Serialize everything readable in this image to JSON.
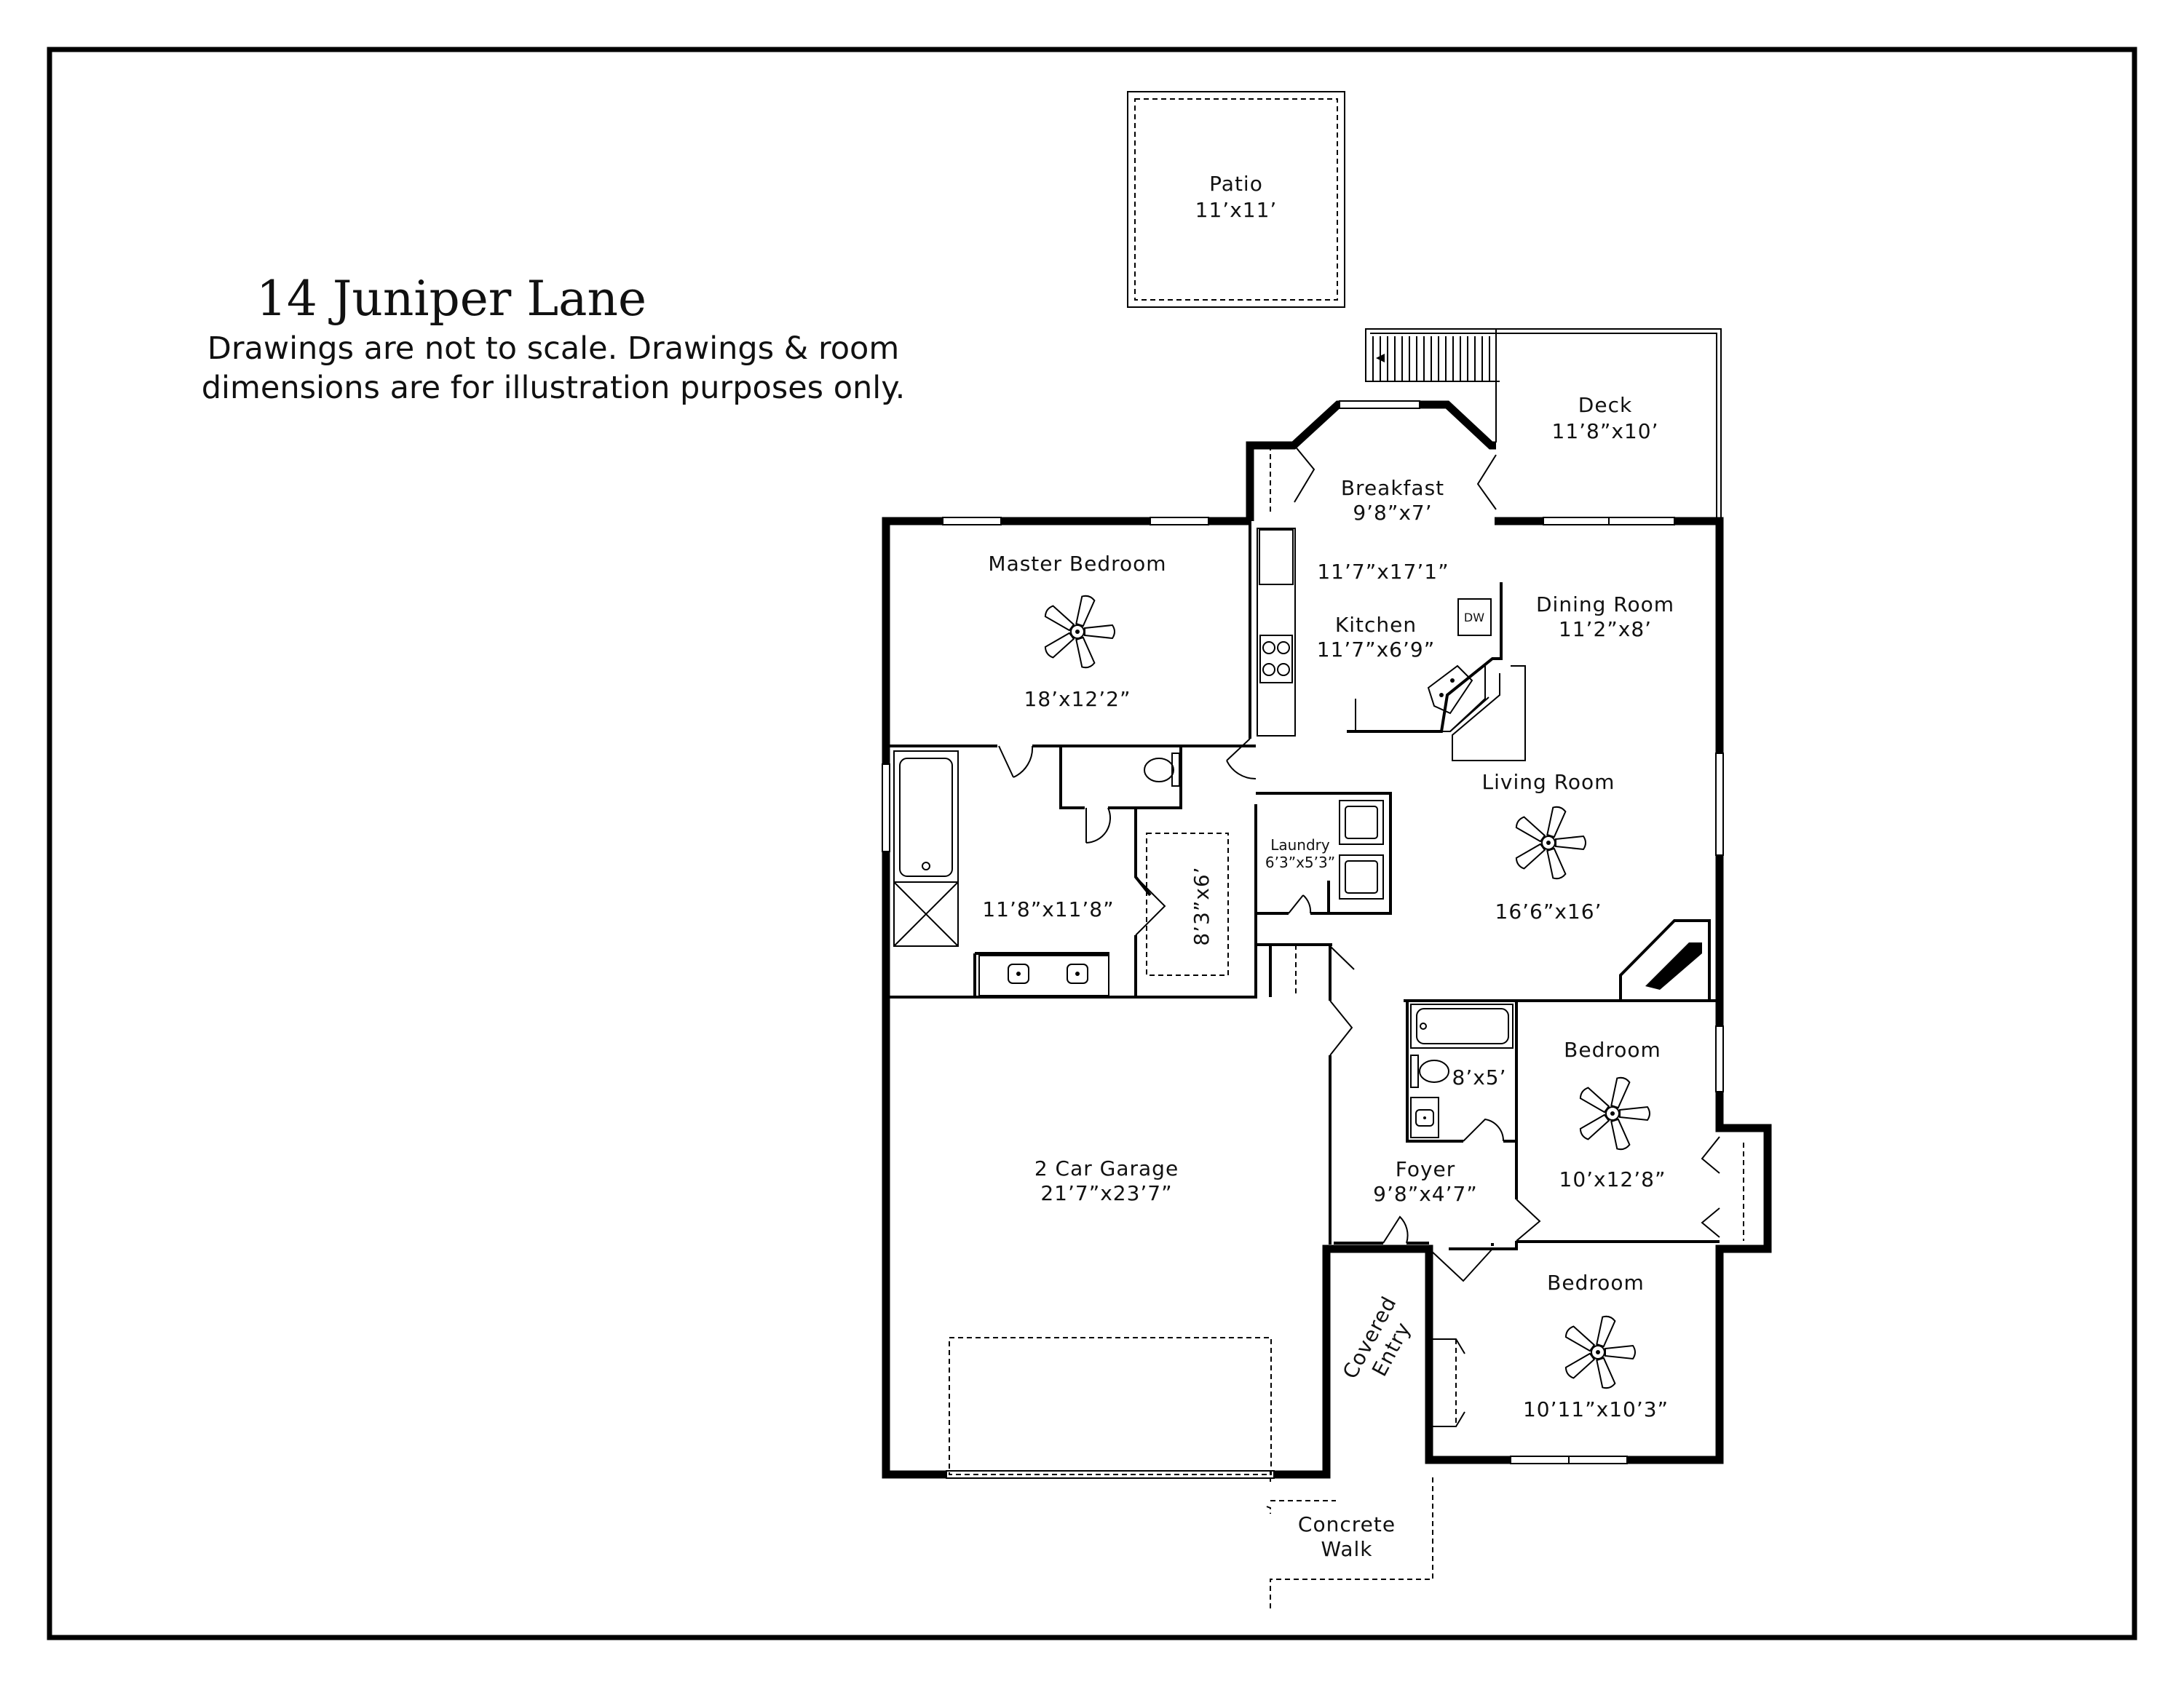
{
  "title": "14 Juniper Lane",
  "disclaimer": {
    "line1": "Drawings are not to scale. Drawings & room",
    "line2": "dimensions are for illustration purposes only."
  },
  "rooms": {
    "patio": {
      "name": "Patio",
      "dims": "11’x11’"
    },
    "deck": {
      "name": "Deck",
      "dims": "11’8”x10’"
    },
    "breakfast": {
      "name": "Breakfast",
      "dims": "9’8”x7’"
    },
    "kitchen_total": {
      "dims": "11’7”x17’1”"
    },
    "kitchen": {
      "name": "Kitchen",
      "dims": "11’7”x6’9”"
    },
    "dining": {
      "name": "Dining Room",
      "dims": "11’2”x8’"
    },
    "master": {
      "name": "Master Bedroom",
      "dims": "18’x12’2”"
    },
    "master_bath": {
      "dims": "11’8”x11’8”"
    },
    "closet": {
      "dims": "8’3”x6’"
    },
    "laundry": {
      "name": "Laundry",
      "dims": "6’3”x5’3”"
    },
    "living": {
      "name": "Living Room",
      "dims": "16’6”x16’"
    },
    "bath2": {
      "dims": "8’x5’"
    },
    "bedroom2": {
      "name": "Bedroom",
      "dims": "10’x12’8”"
    },
    "foyer": {
      "name": "Foyer",
      "dims": "9’8”x4’7”"
    },
    "garage": {
      "name": "2 Car Garage",
      "dims": "21’7”x23’7”"
    },
    "covered_entry": {
      "line1": "Covered",
      "line2": "Entry"
    },
    "bedroom3": {
      "name": "Bedroom",
      "dims": "10’11”x10’3”"
    },
    "walk": {
      "line1": "Concrete",
      "line2": "Walk"
    }
  },
  "appliance_labels": {
    "dishwasher": "DW"
  },
  "icons": [
    "ceiling-fan-icon",
    "door-swing-icon",
    "sink-icon",
    "toilet-icon",
    "bathtub-icon",
    "stove-icon",
    "washer-icon",
    "dryer-icon",
    "fireplace-icon",
    "stairs-icon"
  ]
}
